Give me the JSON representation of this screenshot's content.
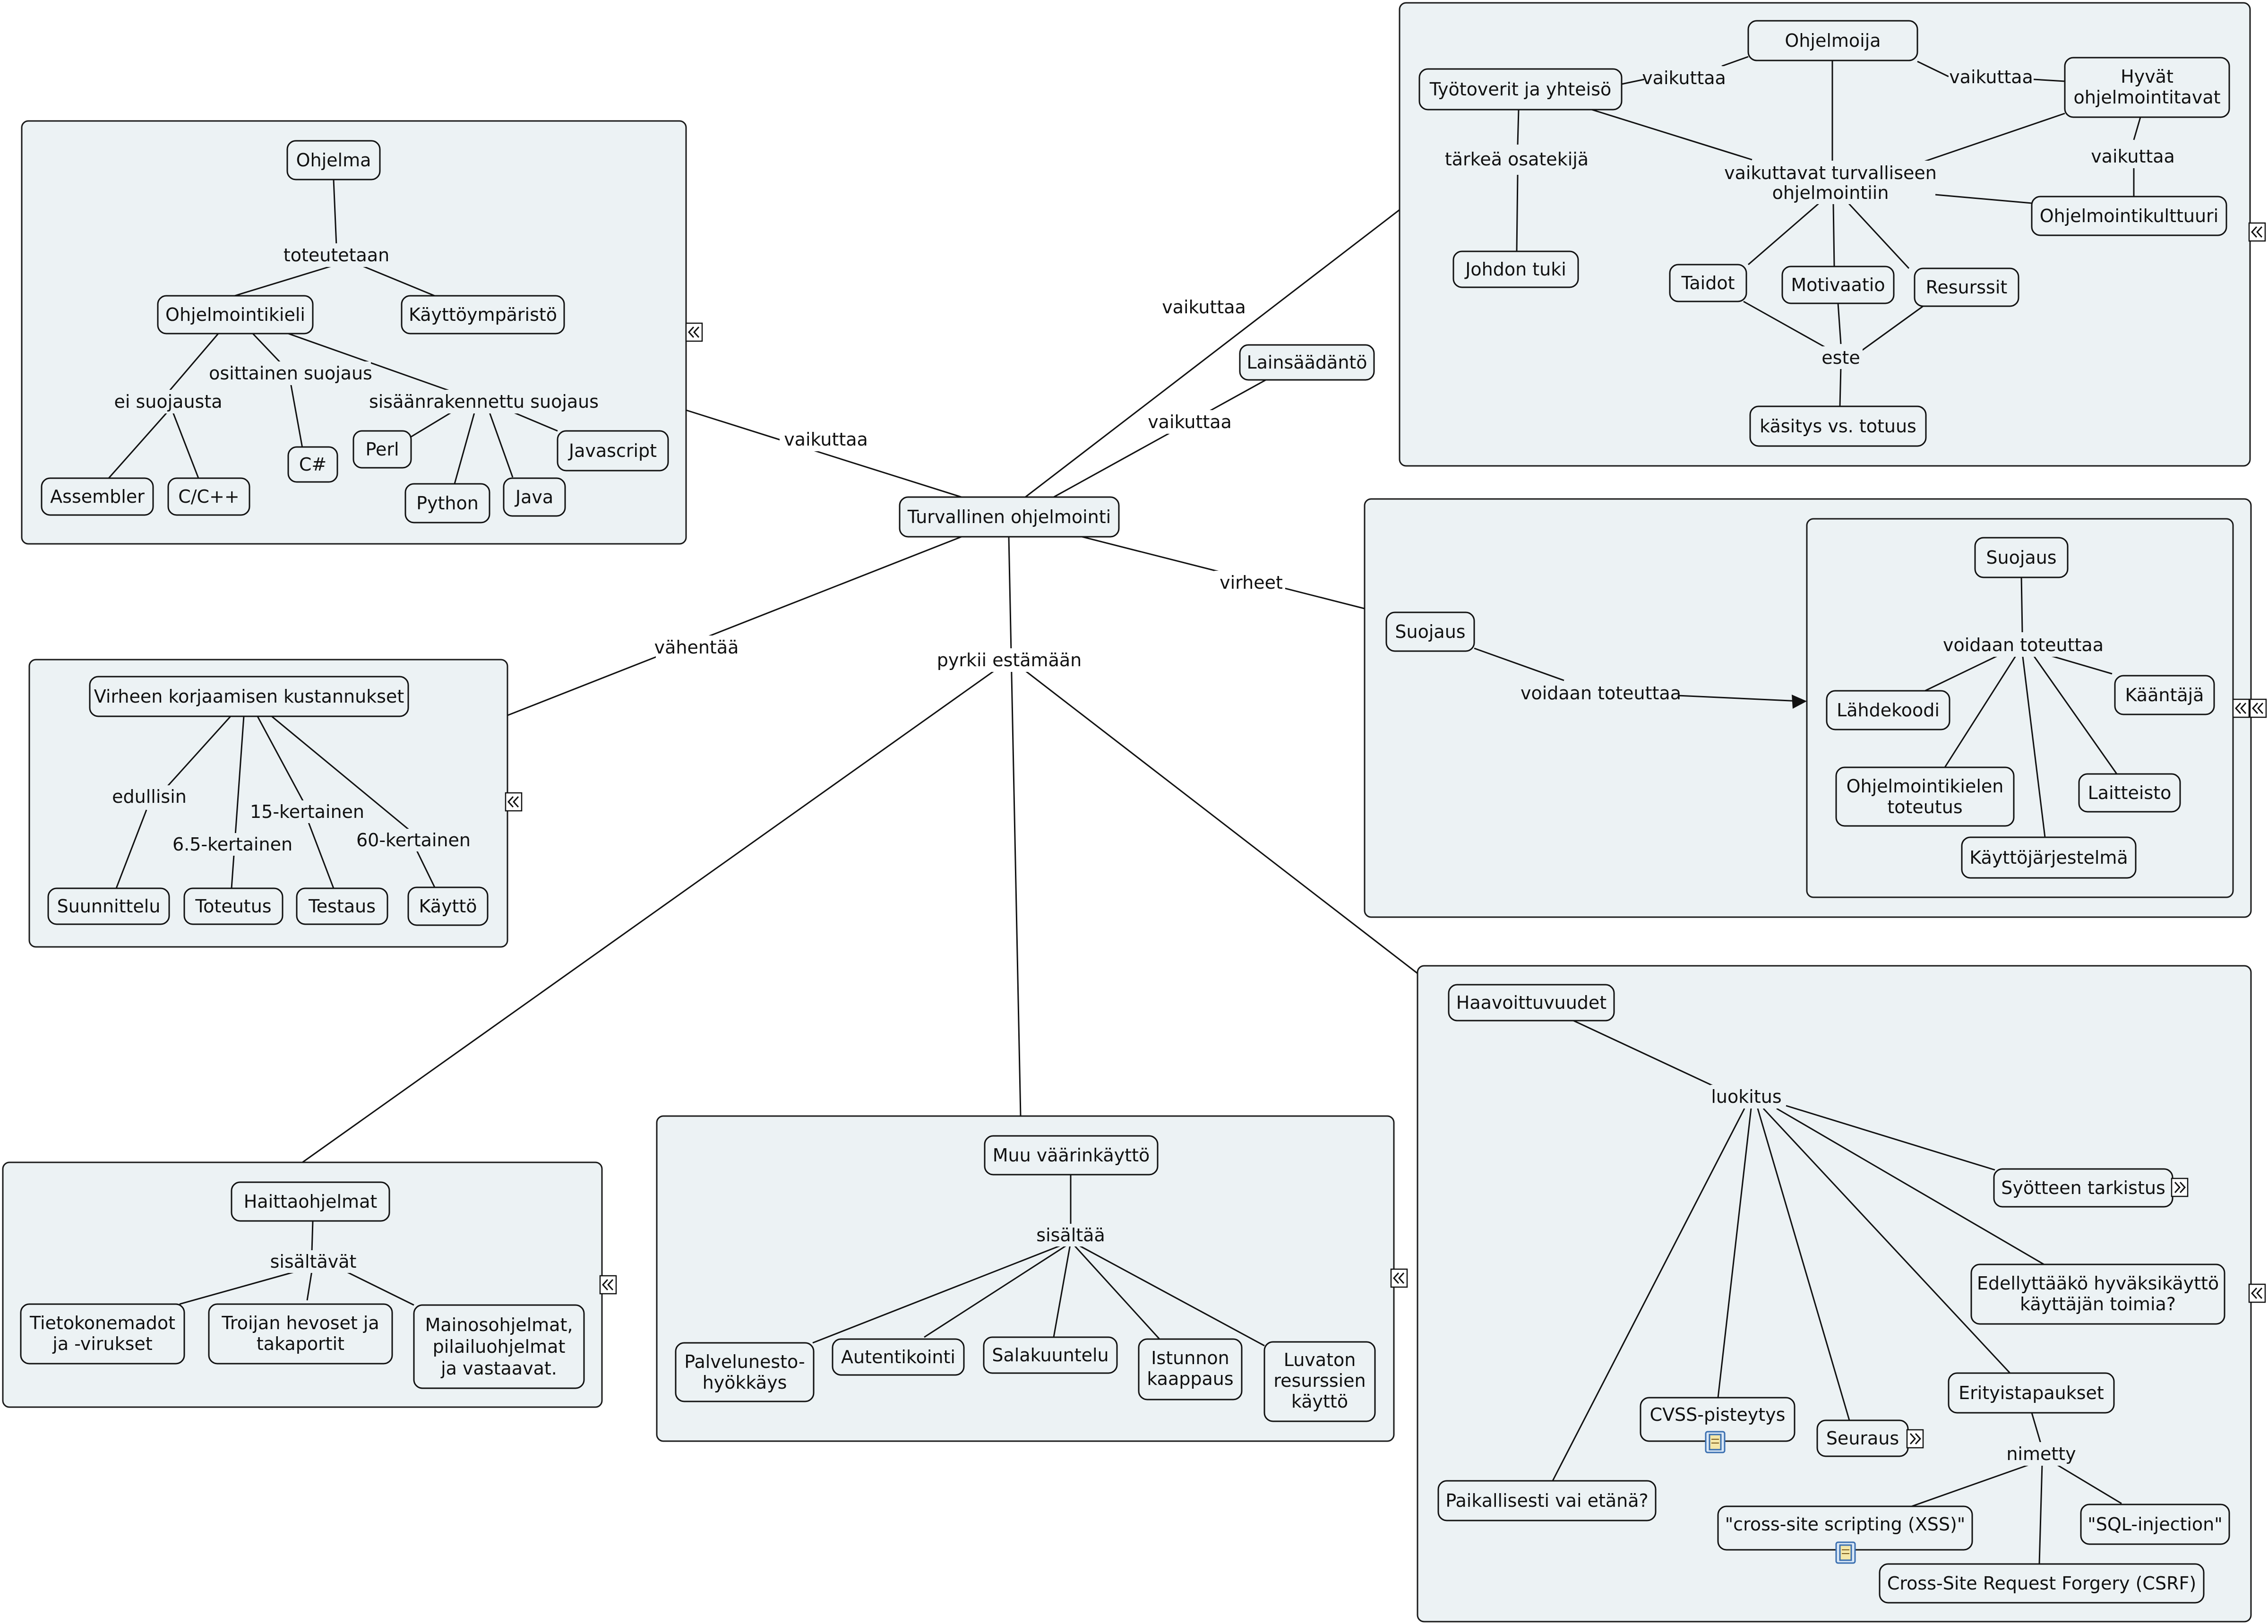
{
  "concepts": {
    "center": "Turvallinen ohjelmointi",
    "lainsaadanto": "Lainsäädäntö",
    "ohjelma": "Ohjelma",
    "ohjelmointikieli": "Ohjelmointikieli",
    "kayttoymparisto": "Käyttöympäristö",
    "assembler": "Assembler",
    "ccpp": "C/C++",
    "csharp": "C#",
    "perl": "Perl",
    "python": "Python",
    "java": "Java",
    "javascript": "Javascript",
    "ohjelmoija": "Ohjelmoija",
    "tyotoverit": "Työtoverit ja yhteisö",
    "hyvat": [
      "Hyvät",
      "ohjelmointitavat"
    ],
    "ohjelmointikulttuuri": "Ohjelmointikulttuuri",
    "johdon_tuki": "Johdon tuki",
    "taidot": "Taidot",
    "motivaatio": "Motivaatio",
    "resurssit": "Resurssit",
    "kasitys": "käsitys vs. totuus",
    "suojaus_left": "Suojaus",
    "suojaus_inner": "Suojaus",
    "lahdekoodi": "Lähdekoodi",
    "kaantaja": "Kääntäjä",
    "ohjelmointikielen_toteutus": [
      "Ohjelmointikielen",
      "toteutus"
    ],
    "laitteisto": "Laitteisto",
    "kayttojarjestelma": "Käyttöjärjestelmä",
    "virheen_korjaamisen": "Virheen korjaamisen kustannukset",
    "suunnittelu": "Suunnittelu",
    "toteutus": "Toteutus",
    "testaus": "Testaus",
    "kaytto": "Käyttö",
    "haittaohjelmat": "Haittaohjelmat",
    "tietokonemadot": [
      "Tietokonemadot",
      "ja -virukset"
    ],
    "troijan": [
      "Troijan hevoset ja",
      "takaportit"
    ],
    "mainos": [
      "Mainosohjelmat,",
      "pilailuohjelmat",
      "ja vastaavat."
    ],
    "muu_vaarinkaytto": "Muu väärinkäyttö",
    "palvelunesto": [
      "Palvelunesto-",
      "hyökkäys"
    ],
    "autentikointi": "Autentikointi",
    "salakuuntelu": "Salakuuntelu",
    "istunnon": [
      "Istunnon",
      "kaappaus"
    ],
    "luvaton": [
      "Luvaton",
      "resurssien",
      "käyttö"
    ],
    "haavoittuvuudet": "Haavoittuvuudet",
    "syotteen": "Syötteen tarkistus",
    "edellyttaako": [
      "Edellyttääkö hyväksikäyttö",
      "käyttäjän toimia?"
    ],
    "cvss": "CVSS-pisteytys",
    "seuraus": "Seuraus",
    "erityistapaukset": "Erityistapaukset",
    "paikallisesti": "Paikallisesti vai etänä?",
    "xss": "\"cross-site scripting (XSS)\"",
    "sql": "\"SQL-injection\"",
    "csrf": "Cross-Site Request Forgery (CSRF)"
  },
  "links": {
    "vaikuttaa_left": "vaikuttaa",
    "vaikuttaa_up": "vaikuttaa",
    "vaikuttaa_laki": "vaikuttaa",
    "virheet": "virheet",
    "vahentaa": "vähentää",
    "pyrkii": "pyrkii estämään",
    "toteutetaan": "toteutetaan",
    "ei_suojausta": "ei suojausta",
    "osittainen": "osittainen suojaus",
    "sisaanrakennettu": "sisäänrakennettu suojaus",
    "vaikuttaa_tt": "vaikuttaa",
    "vaikuttaa_hyv": "vaikuttaa",
    "vaikuttaa_kult": "vaikuttaa",
    "tarkea": "tärkeä osatekijä",
    "vaikuttavat": [
      "vaikuttavat turvalliseen",
      "ohjelmointiin"
    ],
    "este": "este",
    "voidaan_toteuttaa_outer": "voidaan toteuttaa",
    "voidaan_toteuttaa_inner": "voidaan toteuttaa",
    "edullisin": "edullisin",
    "kertainen_65": "6.5-kertainen",
    "kertainen_15": "15-kertainen",
    "kertainen_60": "60-kertainen",
    "sisaltavat": "sisältävät",
    "sisaltaa": "sisältää",
    "luokitus": "luokitus",
    "nimetty": "nimetty"
  },
  "icons": {
    "collapse": "double-chevron-left-icon",
    "expand": "double-chevron-right-icon",
    "document": "document-icon"
  }
}
